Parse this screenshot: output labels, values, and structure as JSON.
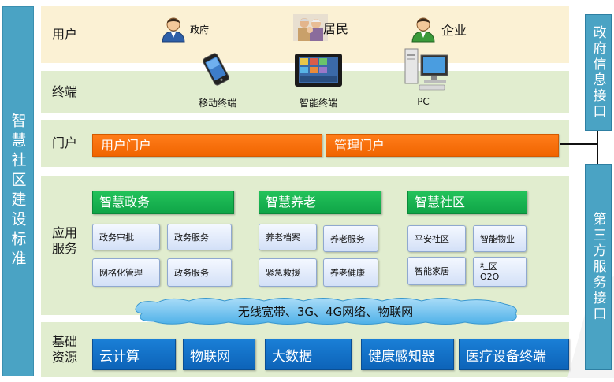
{
  "title": "智慧社区建设标准",
  "interfaces": {
    "gov": "政府信息接口",
    "third_party": "第三方服务接口"
  },
  "layers": {
    "user": {
      "label": "用户",
      "items": [
        {
          "label": "政府",
          "icon": "person-icon"
        },
        {
          "label": "居民",
          "icon": "family-photo-icon"
        },
        {
          "label": "企业",
          "icon": "person-icon"
        }
      ]
    },
    "terminal": {
      "label": "终端",
      "items": [
        {
          "label": "移动终端",
          "icon": "phone-icon"
        },
        {
          "label": "智能终端",
          "icon": "tablet-icon"
        },
        {
          "label": "PC",
          "icon": "pc-icon"
        }
      ]
    },
    "portal": {
      "label": "门户",
      "items": [
        "用户门户",
        "管理门户"
      ]
    },
    "application": {
      "label": "应用\n服务",
      "groups": [
        {
          "title": "智慧政务",
          "items": [
            "政务审批",
            "政务服务",
            "网格化管理",
            "政务服务"
          ]
        },
        {
          "title": "智慧养老",
          "items": [
            "养老档案",
            "养老服务",
            "紧急救援",
            "养老健康"
          ]
        },
        {
          "title": "智慧社区",
          "items": [
            "平安社区",
            "智能物业",
            "智能家居",
            "社区\nO2O"
          ]
        }
      ],
      "network": "无线宽带、3G、4G网络、物联网"
    },
    "base": {
      "label": "基础\n资源",
      "items": [
        "云计算",
        "物联网",
        "大数据",
        "健康感知器",
        "医疗设备终端"
      ]
    }
  },
  "colors": {
    "title_bg": "#4aa3c4",
    "user_band": "#fbf1d4",
    "band": "#e1edcf",
    "portal": "#f06400",
    "app_head": "#0fa447",
    "app_item": "#d3e0f7",
    "base": "#0d63b8",
    "cloud": "#6ec3f0"
  }
}
